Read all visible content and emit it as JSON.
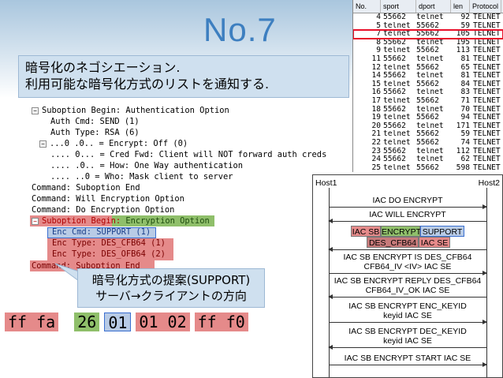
{
  "title": "No.7",
  "callout_top": {
    "line1": "暗号化のネゴシエーション.",
    "line2": "利用可能な暗号化方式のリストを通知する."
  },
  "packet_list": {
    "headers": [
      "No.",
      "sport",
      "dport",
      "len",
      "Protocol"
    ],
    "rows": [
      [
        "4",
        "55662",
        "telnet",
        "92",
        "TELNET"
      ],
      [
        "5",
        "telnet",
        "55662",
        "59",
        "TELNET"
      ],
      [
        "7",
        "telnet",
        "55662",
        "105",
        "TELNET"
      ],
      [
        "8",
        "55662",
        "telnet",
        "195",
        "TELNET"
      ],
      [
        "9",
        "telnet",
        "55662",
        "113",
        "TELNET"
      ],
      [
        "11",
        "55662",
        "telnet",
        "81",
        "TELNET"
      ],
      [
        "12",
        "telnet",
        "55662",
        "65",
        "TELNET"
      ],
      [
        "14",
        "55662",
        "telnet",
        "81",
        "TELNET"
      ],
      [
        "15",
        "telnet",
        "55662",
        "84",
        "TELNET"
      ],
      [
        "16",
        "55662",
        "telnet",
        "83",
        "TELNET"
      ],
      [
        "17",
        "telnet",
        "55662",
        "71",
        "TELNET"
      ],
      [
        "18",
        "55662",
        "telnet",
        "70",
        "TELNET"
      ],
      [
        "19",
        "telnet",
        "55662",
        "94",
        "TELNET"
      ],
      [
        "20",
        "55662",
        "telnet",
        "171",
        "TELNET"
      ],
      [
        "21",
        "telnet",
        "55662",
        "59",
        "TELNET"
      ],
      [
        "22",
        "telnet",
        "55662",
        "74",
        "TELNET"
      ],
      [
        "23",
        "55662",
        "telnet",
        "112",
        "TELNET"
      ],
      [
        "24",
        "55662",
        "telnet",
        "62",
        "TELNET"
      ],
      [
        "25",
        "telnet",
        "55662",
        "598",
        "TELNET"
      ]
    ],
    "highlight_color": "#e8102b"
  },
  "tree": {
    "lines": [
      "Suboption Begin: Authentication Option",
      "Auth Cmd: SEND (1)",
      "Auth Type: RSA (6)",
      "...0 .0.. = Encrypt: Off (0)",
      ".... 0... = Cred Fwd: Client will NOT forward auth creds",
      ".... .0.. = How: One Way authentication",
      ".... ..0 = Who: Mask client to server",
      "Command: Suboption End",
      "Command: Will Encryption Option",
      "Command: Do Encryption Option"
    ],
    "sub_begin_prefix": "Suboption Begin:",
    "sub_begin_value": "Encryption Option",
    "enc_cmd": "Enc Cmd: SUPPORT (1)",
    "enc_type1": "Enc Type: DES_CFB64 (1)",
    "enc_type2": "Enc Type: DES_OFB64 (2)",
    "sub_end": "Command: Suboption End"
  },
  "callout_bottom": {
    "line1": "暗号化方式の提案(SUPPORT)",
    "line2": "サーバ→クライアントの方向"
  },
  "hex": [
    {
      "text": "ff fa",
      "color": "#e58a8a"
    },
    {
      "text": "26",
      "color": "#8fbf6a"
    },
    {
      "text": "01",
      "color": "#b8cbe6"
    },
    {
      "text": "01 02",
      "color": "#e58a8a"
    },
    {
      "text": "ff f0",
      "color": "#e58a8a"
    }
  ],
  "sequence": {
    "host1": "Host1",
    "host2": "Host2",
    "m1": "IAC DO ENCRYPT",
    "m2": "IAC WILL ENCRYPT",
    "m3_a": "IAC SB",
    "m3_b": "ENCRYPT",
    "m3_c": "SUPPORT",
    "m3_d": "DES_CFB64",
    "m3_e": "IAC SE",
    "m4_l1": "IAC SB ENCRYPT IS DES_CFB64",
    "m4_l2": "CFB64_IV <IV> IAC SE",
    "m5_l1": "IAC SB ENCRYPT REPLY DES_CFB64",
    "m5_l2": "CFB64_IV_OK IAC SE",
    "m6_l1": "IAC SB ENCRYPT ENC_KEYID",
    "m6_l2": "keyid IAC SE",
    "m7_l1": "IAC SB ENCRYPT DEC_KEYID",
    "m7_l2": "keyid IAC SE",
    "m8": "IAC SB ENCRYPT START IAC SE"
  }
}
